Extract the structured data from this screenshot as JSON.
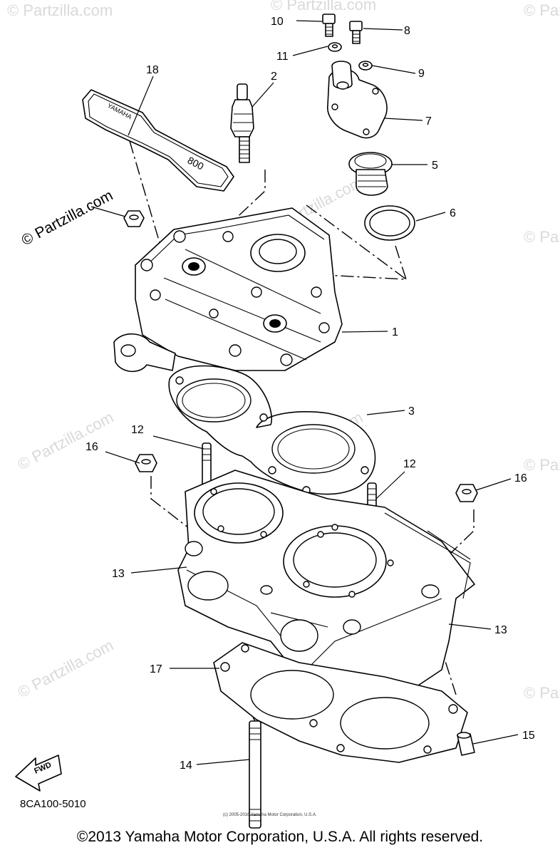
{
  "watermark": "© Partzilla.com",
  "callouts": {
    "c1": "1",
    "c2": "2",
    "c3": "3",
    "c5": "5",
    "c6": "6",
    "c7": "7",
    "c8": "8",
    "c9": "9",
    "c10": "10",
    "c11": "11",
    "c12a": "12",
    "c12b": "12",
    "c13a": "13",
    "c13b": "13",
    "c14": "14",
    "c15": "15",
    "c16a": "16",
    "c16b": "16",
    "c17": "17",
    "c18": "18"
  },
  "emblem": {
    "brand": "YAMAHA",
    "model": "800"
  },
  "fwd_label": "FWD",
  "diagram_code": "8CA100-5010",
  "tiny_credit": "(c) 2005-2016 Yamaha Motor Corporation, U.S.A.",
  "copyright": "©2013 Yamaha Motor Corporation, U.S.A. All rights reserved."
}
